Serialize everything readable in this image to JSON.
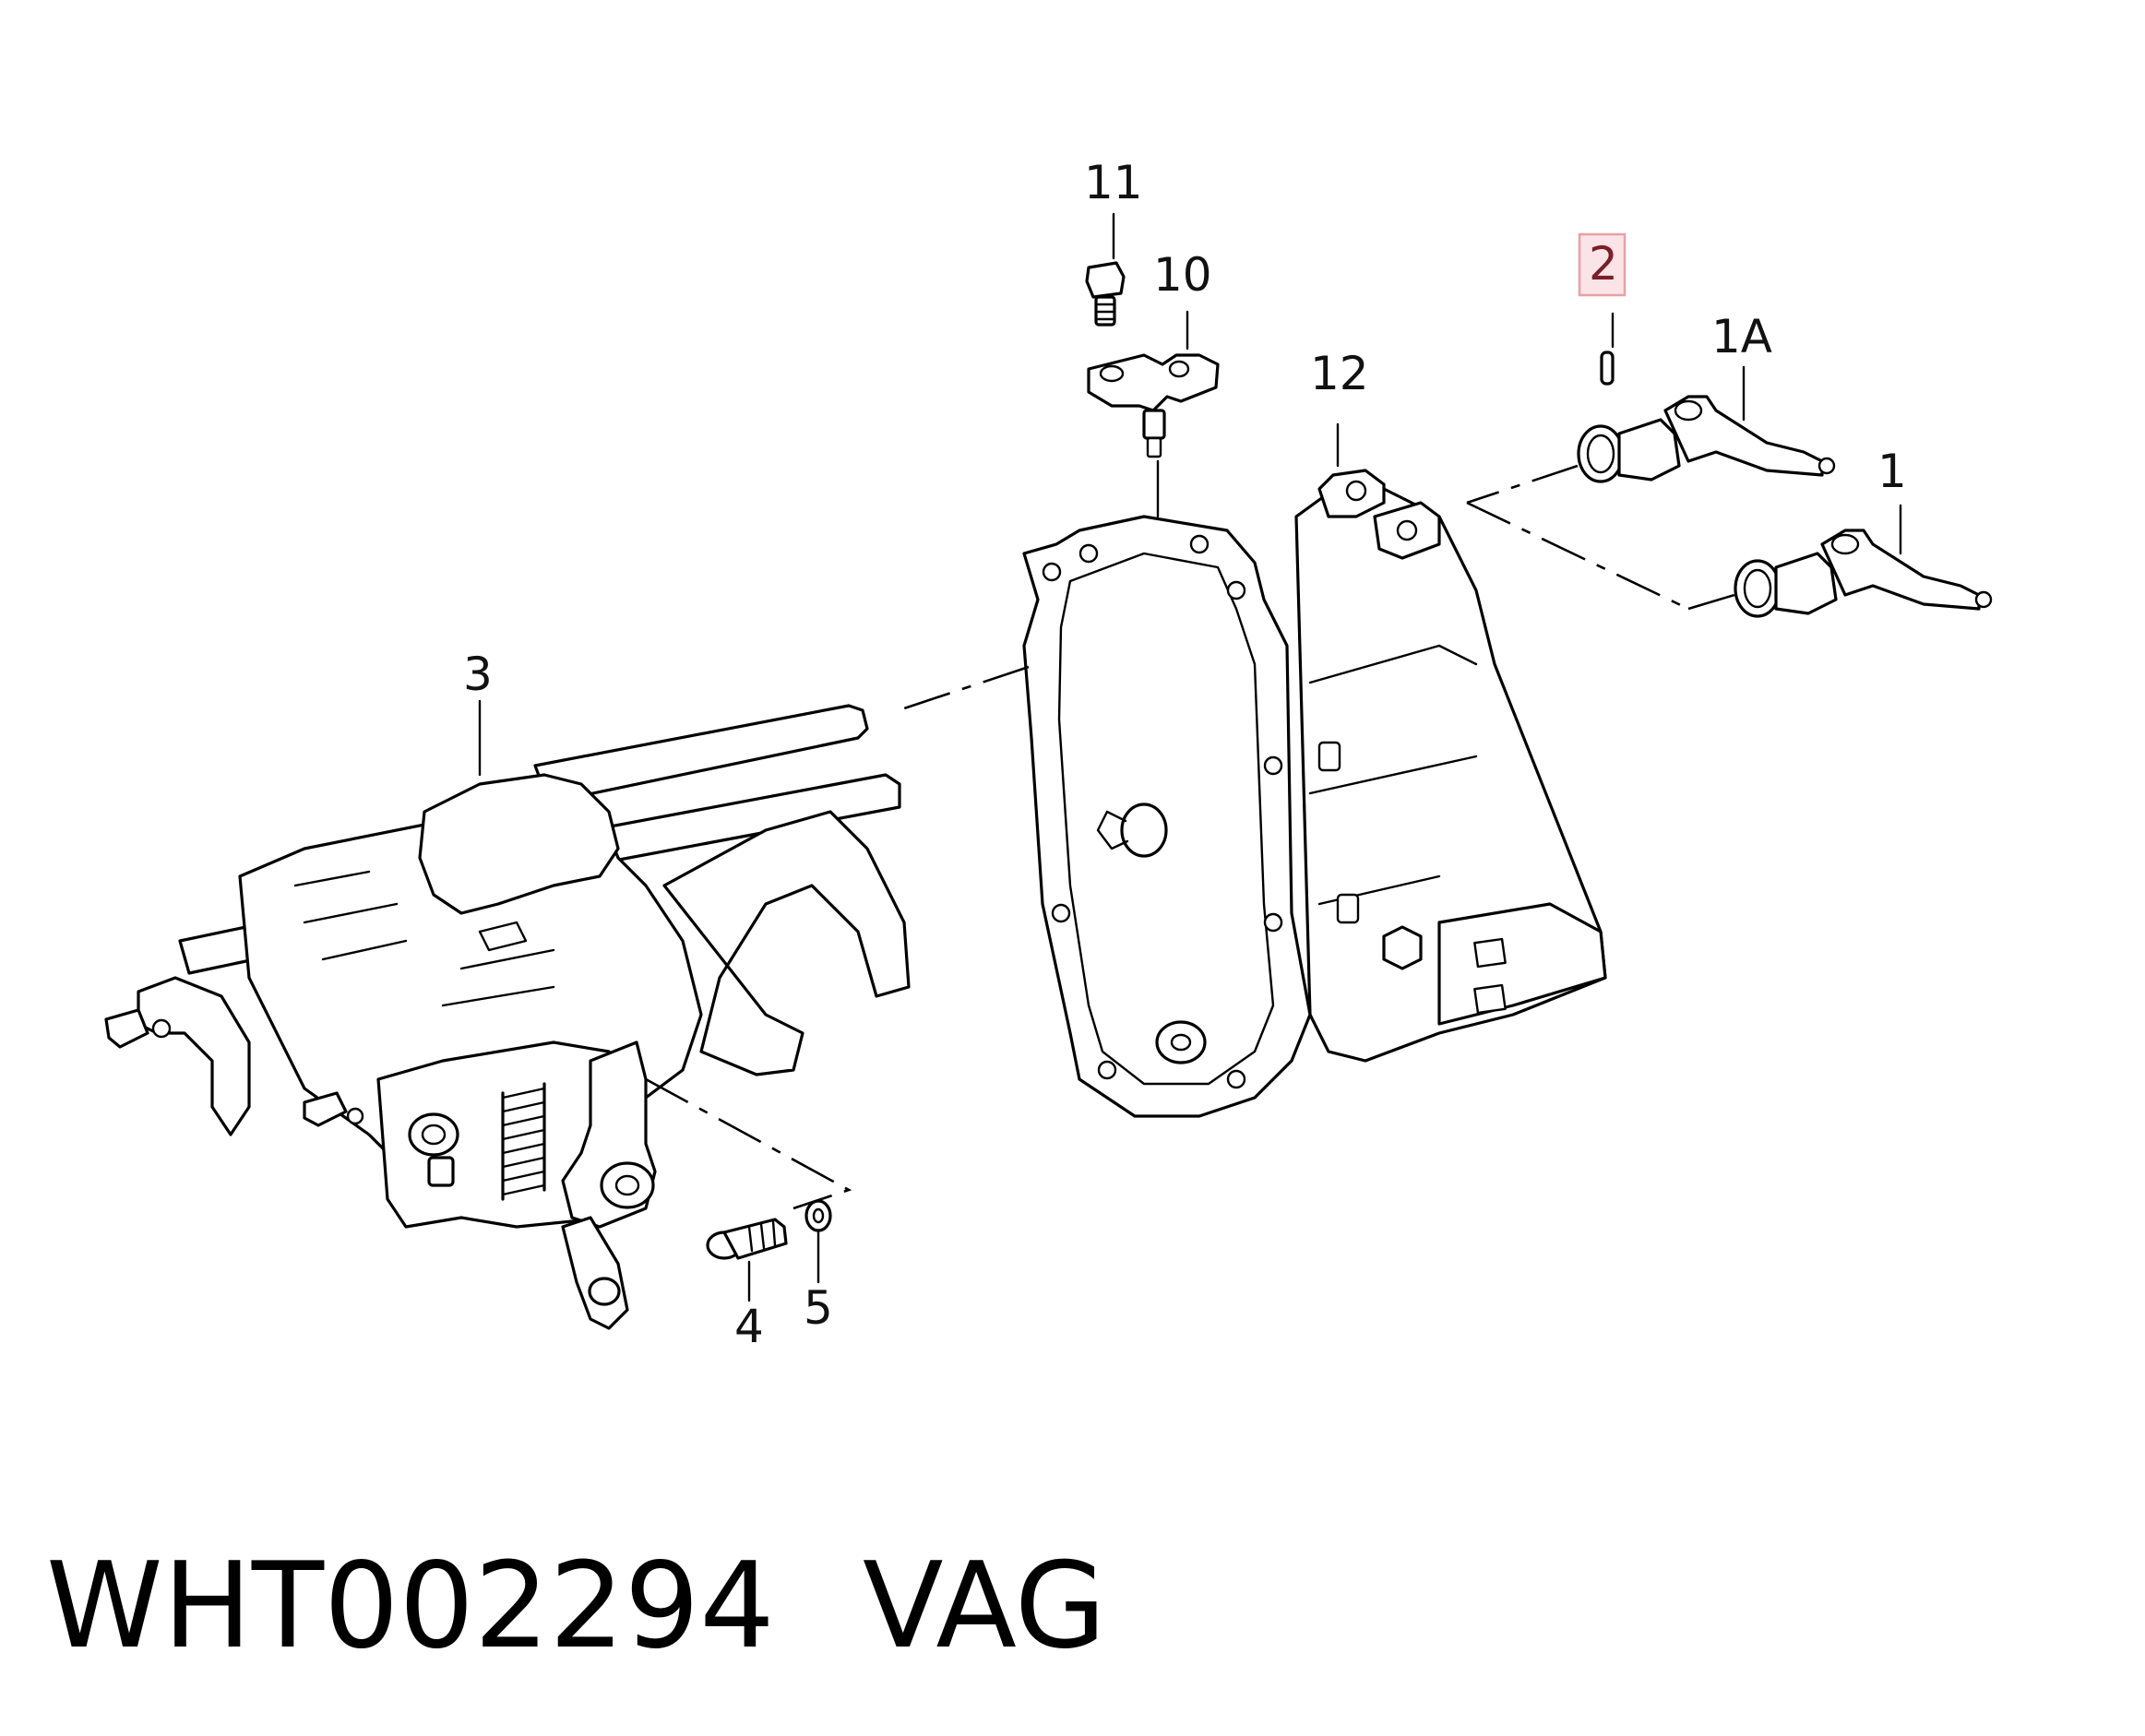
{
  "callouts": {
    "c1": "1",
    "c1a": "1A",
    "c2": "2",
    "c3": "3",
    "c4": "4",
    "c5": "5",
    "c10": "10",
    "c11": "11",
    "c12": "12"
  },
  "highlight_color": "#e8a0a8",
  "highlight_fill": "#fbe4e7",
  "part_number": "WHT002294",
  "brand": "VAG"
}
